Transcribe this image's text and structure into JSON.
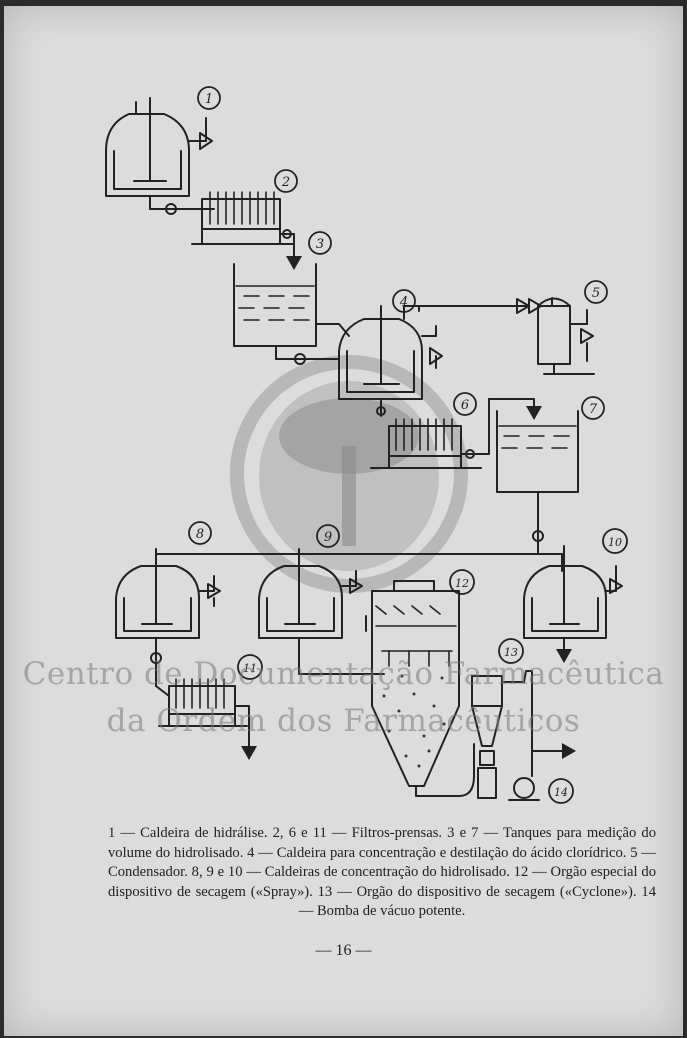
{
  "diagram": {
    "labels": [
      "1",
      "2",
      "3",
      "4",
      "5",
      "6",
      "7",
      "8",
      "9",
      "10",
      "11",
      "12",
      "13",
      "14"
    ]
  },
  "watermark": {
    "line1": "Centro de Documentação Farmacêutica",
    "line2": "da Ordem dos Farmacêuticos"
  },
  "caption": "1 — Caldeira de hidrálise. 2, 6 e 11 — Filtros-prensas. 3 e 7 — Tanques para medição do volume do hidrolisado. 4 — Caldeira para concentração e destilação do ácido clorídrico. 5 — Condensador. 8, 9 e 10 — Caldeiras de concentração do hidrolisado. 12 — Orgão especial do dispositivo de secagem («Spray»). 13 — Orgão do dispositivo de secagem («Cyclone»). 14 — Bomba de vácuo potente.",
  "page_number": "— 16 —"
}
